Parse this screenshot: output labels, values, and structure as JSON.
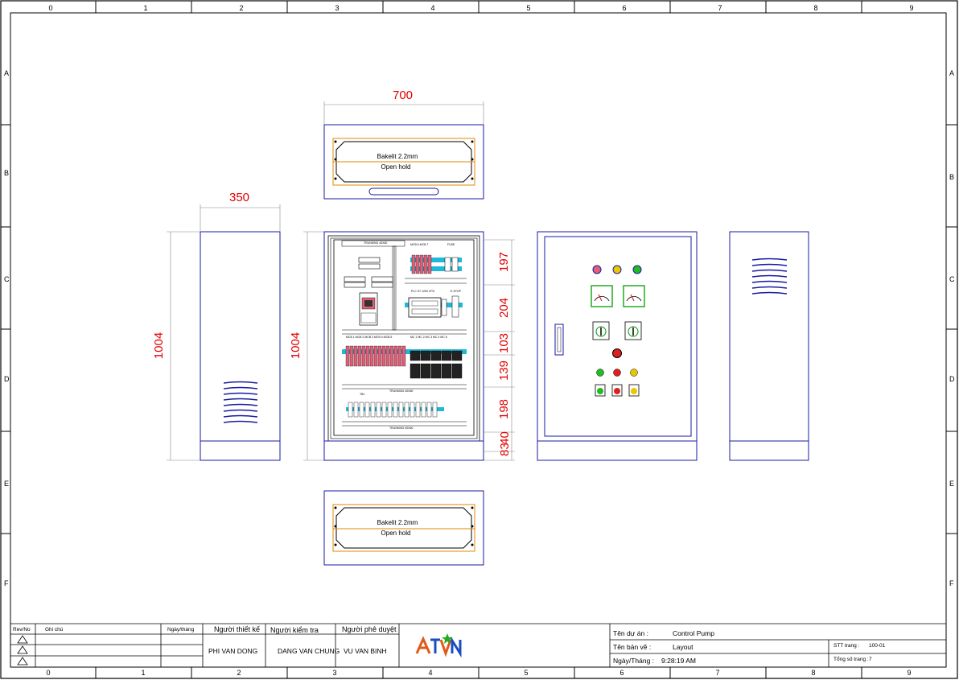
{
  "grid": {
    "columns": [
      "0",
      "1",
      "2",
      "3",
      "4",
      "5",
      "6",
      "7",
      "8",
      "9"
    ],
    "rows": [
      "A",
      "B",
      "C",
      "D",
      "E",
      "F"
    ]
  },
  "dimensions": {
    "top_width": "700",
    "side_width": "350",
    "side_height": "1004",
    "front_height": "1004",
    "sec1": "197",
    "sec2": "204",
    "sec3": "103",
    "sec4": "139",
    "sec5": "198",
    "sec6": "83",
    "sec7": "40"
  },
  "plates": {
    "top": {
      "material": "Bakelit 2.2mm",
      "note": "Open hold"
    },
    "bottom": {
      "material": "Bakelit 2.2mm",
      "note": "Open hold"
    }
  },
  "panel_labels": {
    "trunking_top": "TRUNKING 40X60",
    "mcb67": "MCB 6   MCB 7",
    "fuse": "FUSE",
    "plc": "PLC S7 1200 CPU",
    "stop": "E-STOP",
    "trunking_v1": "TRUNKING 40X60",
    "trunking_v2": "TRUNKING 40X60",
    "mcb_row": "MCB 1  MCB 2  MCB 3  MCB 4  MCB 5",
    "mc_row": "MC 1  MC 2  MC 3  MC 4  MC 5",
    "trunking_mid": "TRUNKING 40X60",
    "tb": "TB1",
    "trunking_bot": "TRUNKING 40X60"
  },
  "title_block": {
    "rev_header": "Rev/No",
    "note_header": "Ghi chú",
    "date_header": "Ngày/tháng",
    "designer_header": "Người thiết kế",
    "checker_header": "Người kiểm tra",
    "approver_header": "Người phê duyệt",
    "designer": "PHI VAN DONG",
    "checker": "DANG VAN CHUNG",
    "approver": "VU VAN BINH",
    "logo_text": "ATVN",
    "project_label": "Tên dự án :",
    "project": "Control Pump",
    "drawing_label": "Tên bản vẽ :",
    "drawing": "Layout",
    "date_label": "Ngày/Tháng :",
    "date": "9:28:19 AM",
    "page_label": "STT trang :",
    "page": "100-01",
    "total_label": "Tổng số trang :",
    "total": "7"
  },
  "colors": {
    "frame": "#000000",
    "outline": "#1a1aa6",
    "dimension": "#e00000",
    "plate": "#e08a00",
    "rail": "#20b8d8",
    "breaker": "#e0607a",
    "lamp_green": "#22bb22",
    "lamp_red": "#dd2020",
    "lamp_yellow": "#e8c800"
  }
}
